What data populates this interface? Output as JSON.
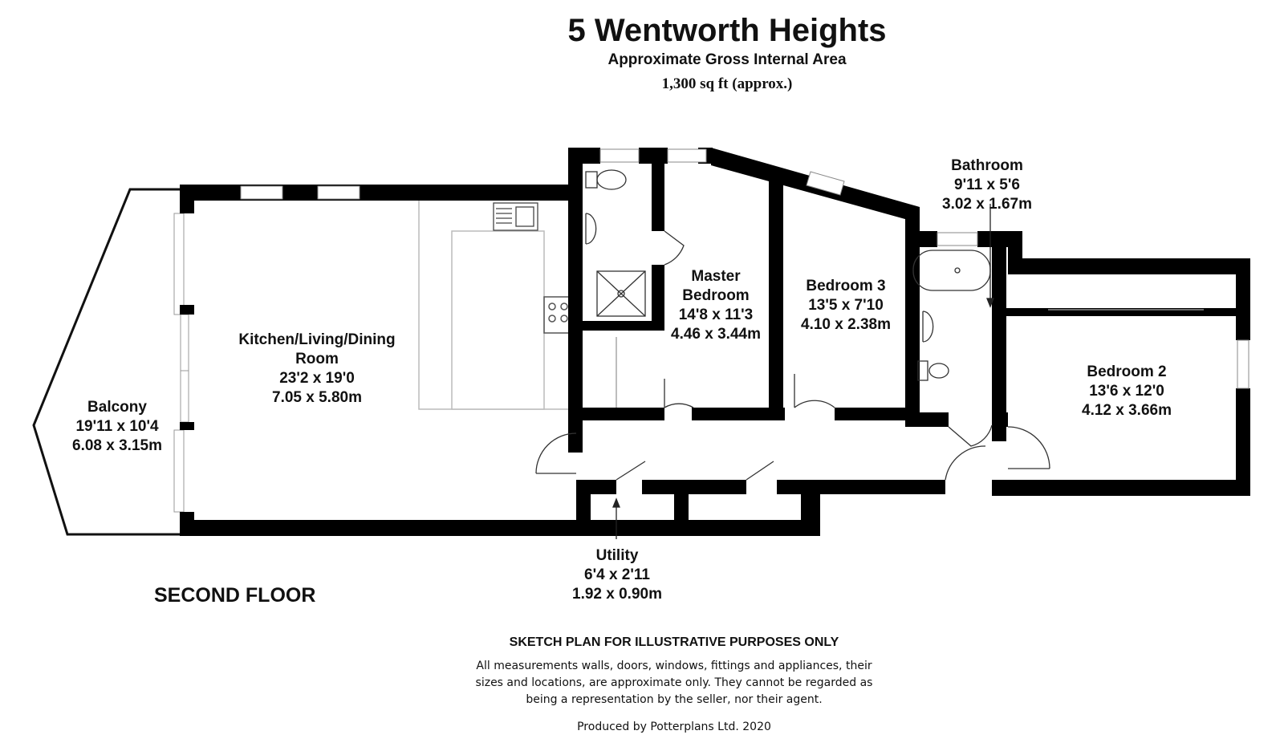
{
  "header": {
    "title": "5 Wentworth Heights",
    "subtitle": "Approximate Gross Internal Area",
    "area": "1,300 sq ft (approx.)"
  },
  "rooms": {
    "balcony": {
      "name": "Balcony",
      "imperial": "19'11 x 10'4",
      "metric": "6.08 x 3.15m"
    },
    "kitchen": {
      "name_line1": "Kitchen/Living/Dining",
      "name_line2": "Room",
      "imperial": "23'2 x 19'0",
      "metric": "7.05 x 5.80m"
    },
    "master_bedroom": {
      "name_line1": "Master",
      "name_line2": "Bedroom",
      "imperial": "14'8 x 11'3",
      "metric": "4.46 x 3.44m"
    },
    "bedroom3": {
      "name": "Bedroom 3",
      "imperial": "13'5 x 7'10",
      "metric": "4.10 x 2.38m"
    },
    "bathroom": {
      "name": "Bathroom",
      "imperial": "9'11 x 5'6",
      "metric": "3.02 x 1.67m"
    },
    "bedroom2": {
      "name": "Bedroom 2",
      "imperial": "13'6 x 12'0",
      "metric": "4.12 x 3.66m"
    },
    "utility": {
      "name": "Utility",
      "imperial": "6'4 x 2'11",
      "metric": "1.92 x 0.90m"
    }
  },
  "floor_label": "SECOND FLOOR",
  "footer": {
    "heading": "SKETCH PLAN FOR ILLUSTRATIVE PURPOSES ONLY",
    "disclaimer": "All measurements walls, doors, windows, fittings and appliances, their sizes and locations, are approximate only. They cannot be regarded as being a representation by the seller, nor their agent.",
    "credit": "Produced by Potterplans Ltd. 2020"
  }
}
